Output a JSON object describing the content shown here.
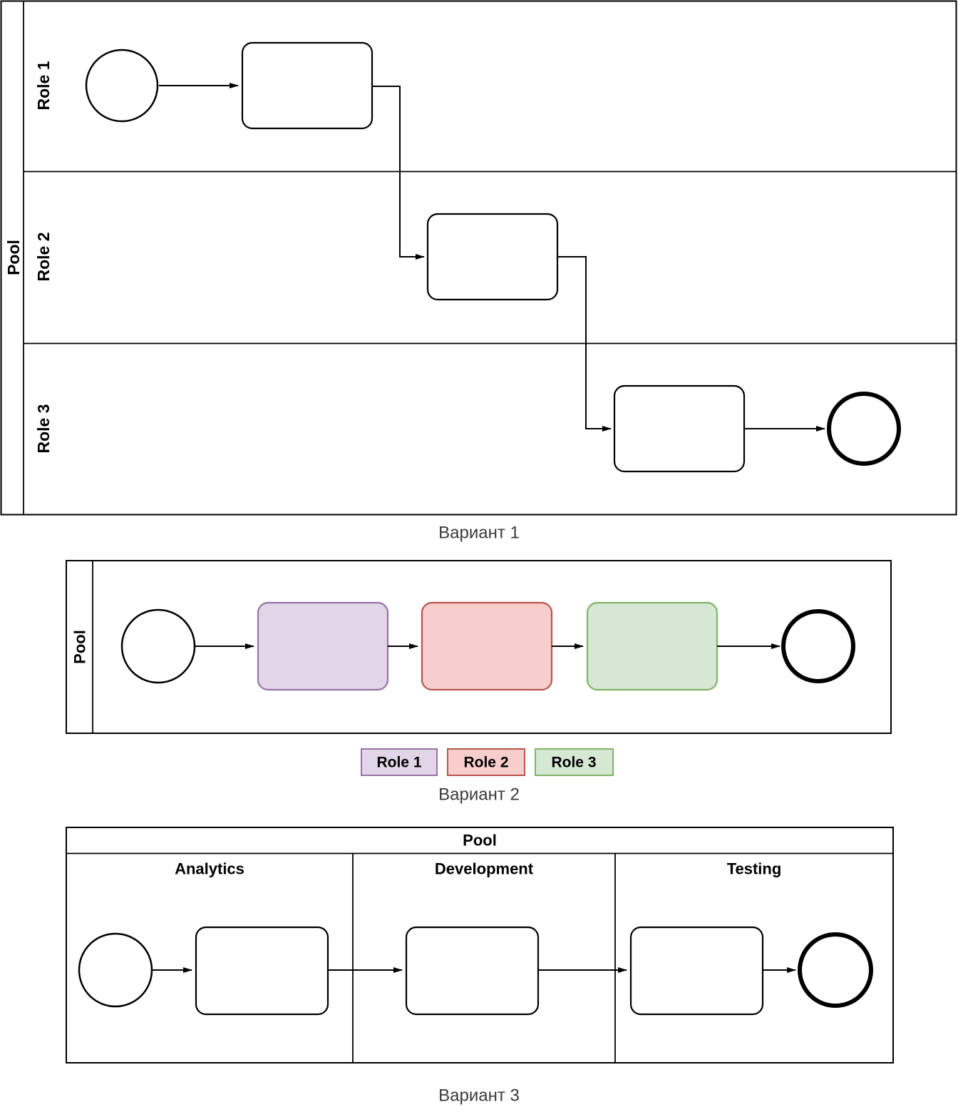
{
  "variant1": {
    "caption": "Вариант 1",
    "pool_label": "Pool",
    "lane_labels": [
      "Role 1",
      "Role 2",
      "Role 3"
    ]
  },
  "variant2": {
    "caption": "Вариант 2",
    "pool_label": "Pool",
    "legend": [
      {
        "label": "Role 1",
        "fill": "#e1d5e7",
        "stroke": "#9673a6"
      },
      {
        "label": "Role 2",
        "fill": "#f8cecc",
        "stroke": "#b85450"
      },
      {
        "label": "Role 3",
        "fill": "#d5e8d4",
        "stroke": "#82b366"
      }
    ]
  },
  "variant3": {
    "caption": "Вариант 3",
    "pool_label": "Pool",
    "column_labels": [
      "Analytics",
      "Development",
      "Testing"
    ]
  },
  "colors": {
    "diagram_stroke": "#000000",
    "caption_text": "#3a3a3a",
    "task_fill_default": "#ffffff"
  }
}
